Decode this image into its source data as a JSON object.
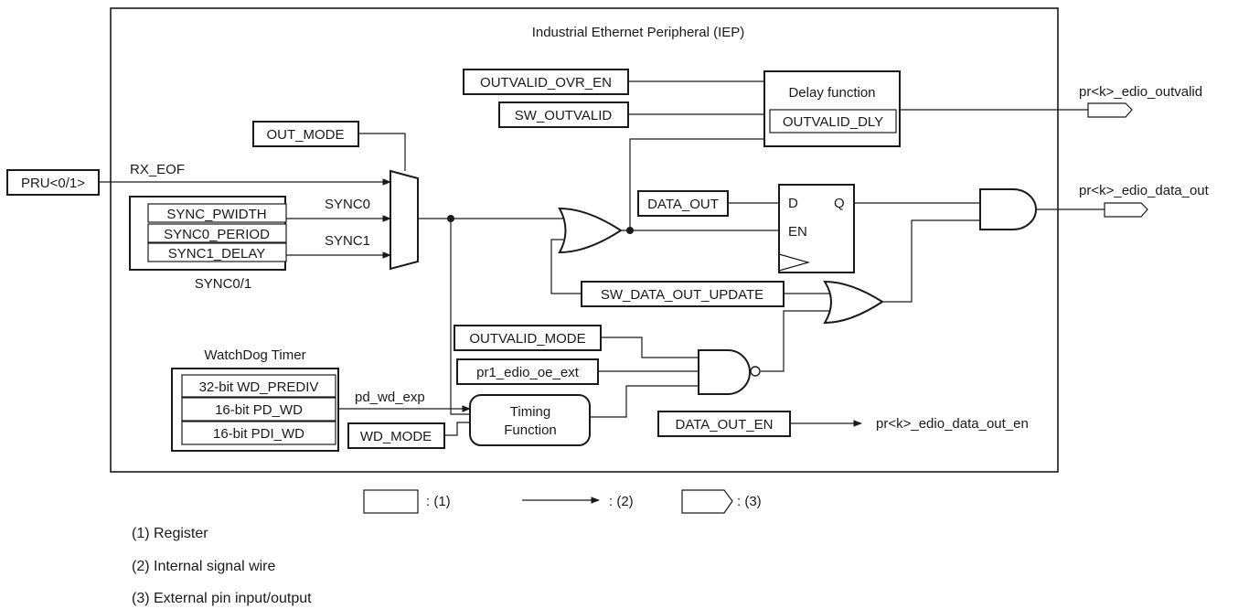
{
  "title": "Industrial Ethernet Peripheral (IEP)",
  "inputs": {
    "pru": "PRU<0/1>",
    "rx_eof": "RX_EOF"
  },
  "registers": {
    "out_mode": "OUT_MODE",
    "outvalid_ovr_en": "OUTVALID_OVR_EN",
    "sw_outvalid": "SW_OUTVALID",
    "outvalid_dly": "OUTVALID_DLY",
    "data_out": "DATA_OUT",
    "sw_data_out_update": "SW_DATA_OUT_UPDATE",
    "outvalid_mode": "OUTVALID_MODE",
    "pr1_edio_oe_ext": "pr1_edio_oe_ext",
    "wd_mode": "WD_MODE",
    "data_out_en": "DATA_OUT_EN"
  },
  "sync": {
    "items": [
      "SYNC_PWIDTH",
      "SYNC0_PERIOD",
      "SYNC1_DELAY"
    ],
    "caption": "SYNC0/1",
    "sync0": "SYNC0",
    "sync1": "SYNC1"
  },
  "watchdog": {
    "caption": "WatchDog Timer",
    "items": [
      "32-bit WD_PREDIV",
      "16-bit PD_WD",
      "16-bit PDI_WD"
    ],
    "signal": "pd_wd_exp"
  },
  "delay_function": {
    "label": "Delay function"
  },
  "flipflop": {
    "d": "D",
    "q": "Q",
    "en": "EN"
  },
  "timing_function": {
    "line1": "Timing",
    "line2": "Function"
  },
  "outputs": {
    "outvalid": "pr<k>_edio_outvalid",
    "data_out": "pr<k>_edio_data_out",
    "data_out_en": "pr<k>_edio_data_out_en"
  },
  "legend": {
    "register_key": ": (1)",
    "wire_key": ": (2)",
    "pin_key": ": (3)"
  },
  "notes": [
    "(1) Register",
    "(2) Internal signal wire",
    "(3) External pin input/output"
  ]
}
